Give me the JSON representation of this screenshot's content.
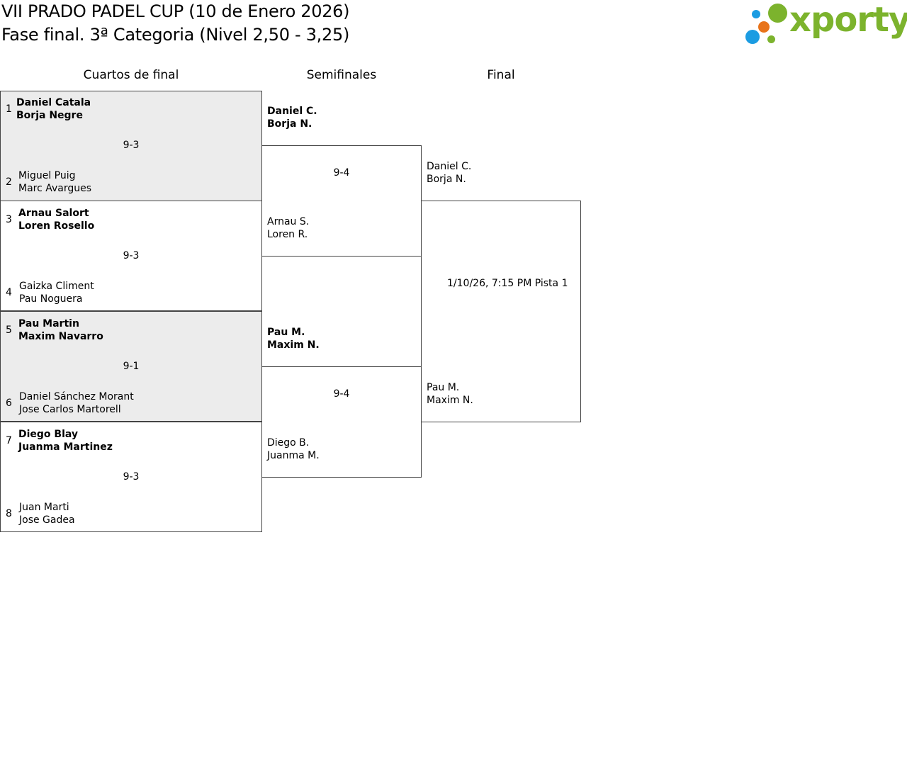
{
  "header": {
    "title": "VII PRADO PADEL CUP (10 de Enero 2026)",
    "subtitle": "Fase final. 3ª Categoria (Nivel 2,50 - 3,25)"
  },
  "logo": {
    "text": "xporty",
    "colors": {
      "green": "#7cb32d",
      "blue": "#1b9ce2",
      "orange": "#e8731a"
    }
  },
  "rounds": {
    "quarterfinals": "Cuartos de final",
    "semifinals": "Semifinales",
    "final": "Final"
  },
  "quarterfinals": [
    {
      "seed_a": "1",
      "team_a": [
        "Daniel Catala",
        "Borja Negre"
      ],
      "seed_b": "2",
      "team_b": [
        "Miguel Puig",
        "Marc Avargues"
      ],
      "score": "9-3"
    },
    {
      "seed_a": "3",
      "team_a": [
        "Arnau Salort",
        "Loren Rosello"
      ],
      "seed_b": "4",
      "team_b": [
        "Gaizka Climent",
        "Pau Noguera"
      ],
      "score": "9-3"
    },
    {
      "seed_a": "5",
      "team_a": [
        "Pau Martin",
        "Maxim Navarro"
      ],
      "seed_b": "6",
      "team_b": [
        "Daniel Sánchez Morant",
        "Jose Carlos Martorell"
      ],
      "score": "9-1"
    },
    {
      "seed_a": "7",
      "team_a": [
        "Diego Blay",
        "Juanma Martinez"
      ],
      "seed_b": "8",
      "team_b": [
        "Juan Marti",
        "Jose Gadea"
      ],
      "score": "9-3"
    }
  ],
  "semifinals": [
    {
      "team_a": [
        "Daniel C.",
        "Borja N."
      ],
      "team_b": [
        "Arnau S.",
        "Loren R."
      ],
      "score": "9-4"
    },
    {
      "team_a": [
        "Pau M.",
        "Maxim N."
      ],
      "team_b": [
        "Diego B.",
        "Juanma M."
      ],
      "score": "9-4"
    }
  ],
  "final": {
    "team_a": [
      "Daniel C.",
      "Borja N."
    ],
    "team_b": [
      "Pau M.",
      "Maxim N."
    ],
    "schedule": "1/10/26, 7:15 PM Pista 1"
  }
}
